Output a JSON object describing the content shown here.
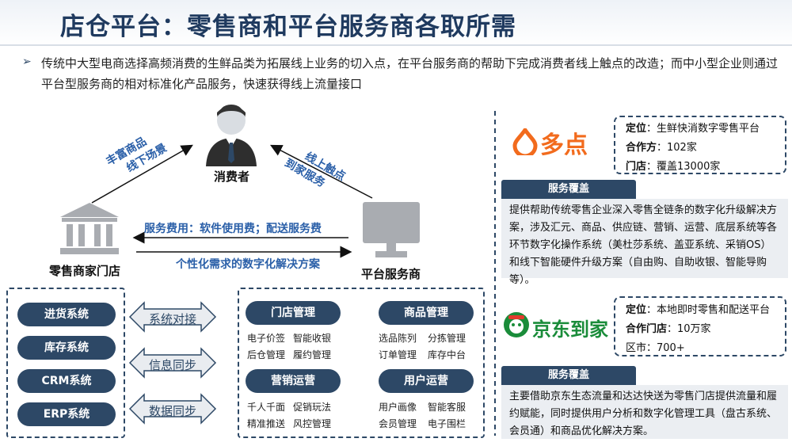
{
  "title": "店仓平台：零售商和平台服务商各取所需",
  "intro": "传统中大型电商选择高频消费的生鲜品类为拓展线上业务的切入点，在平台服务商的帮助下完成消费者线上触点的改造；而中小型企业则通过平台型服务商的相对标准化产品服务，快速获得线上流量接口",
  "diagram": {
    "consumer": "消费者",
    "retailer": "零售商家门店",
    "platform": "平台服务商",
    "left_arrow_label": [
      "丰富商品",
      "线下场景"
    ],
    "right_arrow_label": [
      "线上触点",
      "到家服务"
    ],
    "fee_text": "服务费用：软件使用费；配送服务费",
    "solution_text": "个性化需求的数字化解决方案"
  },
  "systems": [
    "进货系统",
    "库存系统",
    "CRM系统",
    "ERP系统"
  ],
  "sync_arrows": [
    "系统对接",
    "信息同步",
    "数据同步"
  ],
  "modules": [
    {
      "name": "门店管理",
      "features": [
        "电子价签",
        "智能收银",
        "后仓管理",
        "履约管理"
      ]
    },
    {
      "name": "商品管理",
      "features": [
        "选品陈列",
        "分拣管理",
        "订单管理",
        "库存中台"
      ]
    },
    {
      "name": "营销运营",
      "features": [
        "千人千面",
        "促销玩法",
        "精准推送",
        "风控管理"
      ]
    },
    {
      "name": "用户运营",
      "features": [
        "用户画像",
        "智能客服",
        "会员管理",
        "电子围栏"
      ]
    }
  ],
  "duodian": {
    "logo_text": "多点",
    "positioning_label": "定位",
    "positioning": "：生鲜快消数字零售平台",
    "partners_label": "合作方",
    "partners": "：102家",
    "stores_label": "门店",
    "stores": "：覆盖13000家",
    "coverage_title": "服务覆盖",
    "coverage": "提供帮助传统零售企业深入零售全链条的数字化升级解决方案，涉及汇元、商品、供应链、营销、运营、底层系统等各环节数字化操作系统（美杜莎系统、盖亚系统、采销OS）和线下智能硬件升级方案（自由购、自助收银、智能导购等）。"
  },
  "jddj": {
    "logo_text": "京东到家",
    "positioning_label": "定位",
    "positioning": "：本地即时零售和配送平台",
    "stores_label": "合作门店",
    "stores": "：10万家",
    "cities_label": "区市",
    "cities": "：700+",
    "coverage_title": "服务覆盖",
    "coverage": "主要借助京东生态流量和达达快送为零售门店提供流量和履约赋能，同时提供用户分析和数字化管理工具（盘古系统、会员通）和商品优化解决方案。"
  },
  "colors": {
    "navy": "#2d4866",
    "accent_blue": "#2a5fa8",
    "duodian_orange": "#f26b1d",
    "jd_green": "#1a8c3a"
  }
}
